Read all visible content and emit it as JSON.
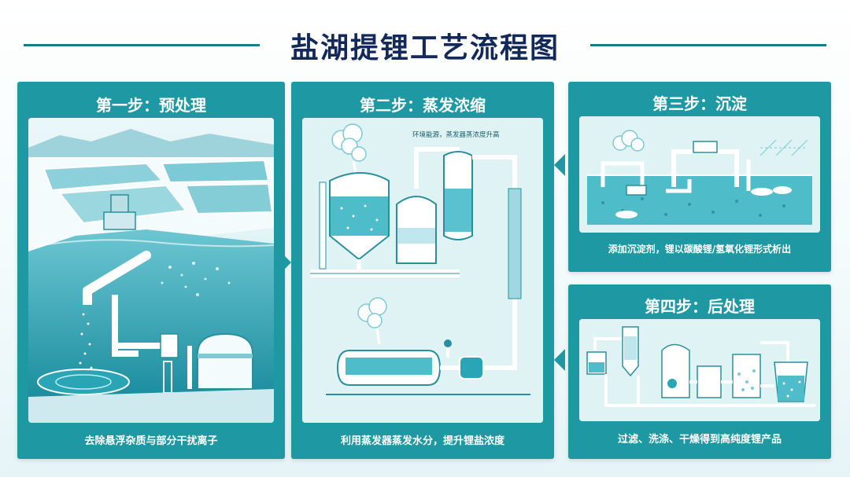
{
  "title": "盐湖提锂工艺流程图",
  "colors": {
    "panel": "#1e98a3",
    "panel_inner": "#dff3f5",
    "title_text": "#12295a",
    "water": "#39b3c2",
    "deep_water": "#0f8597",
    "pipe": "#ffffff"
  },
  "steps": [
    {
      "title": "第一步：预处理",
      "caption": "去除悬浮杂质与部分干扰离子"
    },
    {
      "title": "第二步：蒸发浓缩",
      "caption": "利用蒸发器蒸发水分，提升锂盐浓度",
      "annotation": "环境能源，蒸发器蒸浓度升高"
    },
    {
      "title": "第三步：沉淀",
      "caption": "添加沉淀剂，锂以碳酸锂/氢氧化锂形式析出"
    },
    {
      "title": "第四步：后处理",
      "caption": "过滤、洗涤、干燥得到高纯度锂产品"
    }
  ]
}
